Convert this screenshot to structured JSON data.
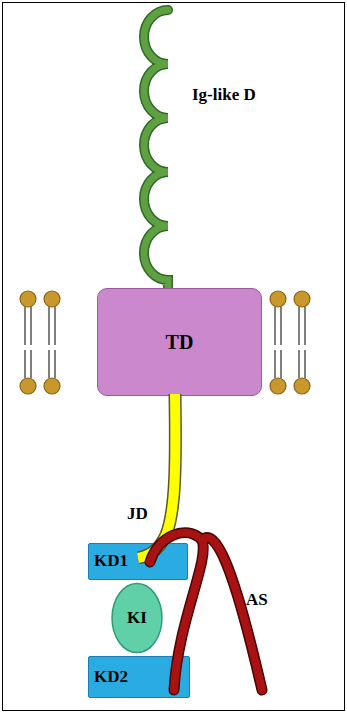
{
  "diagram": {
    "nodes": [
      {
        "text": [
          "TD"
        ]
      },
      {
        "text": [
          "KD1"
        ]
      },
      {
        "text": [
          "KI"
        ]
      },
      {
        "text": [
          "KD2"
        ]
      }
    ],
    "labels": [
      "Ig-like D",
      "JD",
      "AS"
    ]
  }
}
